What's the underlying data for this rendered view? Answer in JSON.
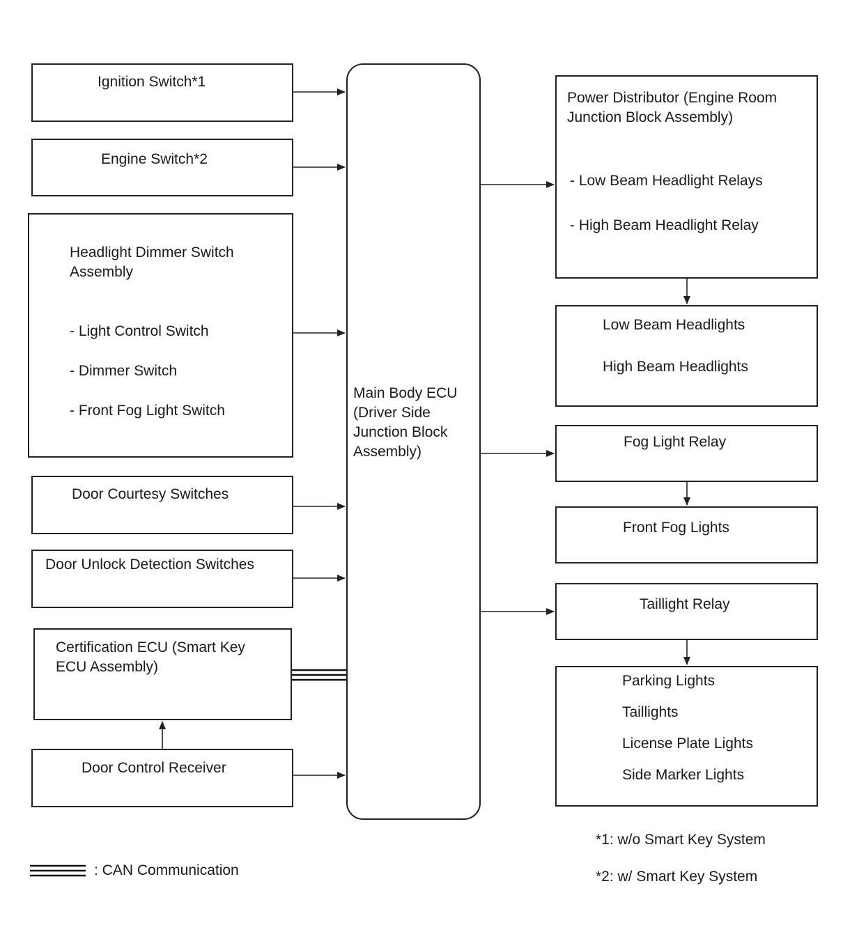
{
  "inputs": {
    "ignition_switch": "Ignition Switch*1",
    "engine_switch": "Engine Switch*2",
    "headlight_dimmer_switch": {
      "title_line1": "Headlight Dimmer Switch",
      "title_line2": "Assembly",
      "items": [
        "- Light Control Switch",
        "- Dimmer Switch",
        "- Front Fog Light Switch"
      ]
    },
    "door_courtesy_switches": "Door Courtesy Switches",
    "door_unlock_detection_switches": "Door Unlock Detection Switches",
    "certification_ecu": {
      "line1": "Certification ECU (Smart Key",
      "line2": "ECU Assembly)"
    },
    "door_control_receiver": "Door Control Receiver"
  },
  "main_body_ecu": {
    "lines": [
      "Main Body ECU",
      "(Driver Side",
      "Junction Block",
      "Assembly)"
    ]
  },
  "outputs": {
    "power_distributor": {
      "line1": "Power Distributor (Engine Room",
      "line2": "Junction Block Assembly)",
      "items": [
        "- Low Beam Headlight Relays",
        "- High Beam Headlight Relay"
      ]
    },
    "headlights": [
      "Low Beam Headlights",
      "High Beam Headlights"
    ],
    "fog_light_relay": "Fog Light Relay",
    "front_fog_lights": "Front Fog Lights",
    "taillight_relay": "Taillight Relay",
    "lights": [
      "Parking Lights",
      "Taillights",
      "License Plate Lights",
      "Side Marker Lights"
    ]
  },
  "notes": {
    "note1": "*1: w/o Smart Key System",
    "note2": "*2: w/ Smart Key System"
  },
  "legend": {
    "can_label": ": CAN Communication"
  }
}
